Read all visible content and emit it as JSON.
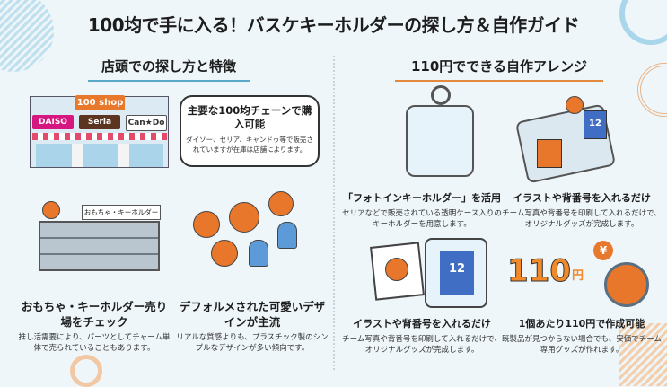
{
  "title": "100均で手に入る！バスケキーホルダーの探し方＆自作ガイド",
  "left": {
    "heading": "店頭での探し方と特徴",
    "store": {
      "banner": "100 shop",
      "signs": [
        "DAISO",
        "Seria",
        "Can★Do"
      ],
      "sign_colors": [
        "#d6177f",
        "#5b3520",
        "#ffffff"
      ]
    },
    "bubble": {
      "title": "主要な100均チェーンで購入可能",
      "text": "ダイソー、セリア、キャンドゥ等で販売されていますが在庫は店舗によります。"
    },
    "shelf_sign": "おもちゃ・キーホルダー",
    "cards": [
      {
        "title": "おもちゃ・キーホルダー売り場をチェック",
        "text": "推し活需要により、パーツとしてチャーム単体で売られていることもあります。"
      },
      {
        "title": "デフォルメされた可愛いデザインが主流",
        "text": "リアルな質感よりも、プラスチック製のシンプルなデザインが多い傾向です。"
      }
    ]
  },
  "right": {
    "heading": "110円でできる自作アレンジ",
    "cards": [
      {
        "title": "「フォトインキーホルダー」を活用",
        "text": "セリアなどで販売されている透明ケース入りのキーホルダーを用意します。"
      },
      {
        "title": "イラストや背番号を入れるだけ",
        "text": "チーム写真や背番号を印刷して入れるだけで、オリジナルグッズが完成します。"
      },
      {
        "title": "イラストや背番号を入れるだけ",
        "text": "チーム写真や背番号を印刷して入れるだけで、オリジナルグッズが完成します。"
      },
      {
        "title": "1個あたり110円で作成可能",
        "text": "既製品が見つからない場合でも、安価でチーム専用グッズが作れます。"
      }
    ],
    "jersey_number": "12",
    "price": "110",
    "price_unit": "円",
    "yen_symbol": "¥"
  },
  "colors": {
    "accent_blue": "#5aa9c9",
    "accent_orange": "#e48a3f",
    "ball": "#e9772b",
    "background": "#eef6f9"
  }
}
